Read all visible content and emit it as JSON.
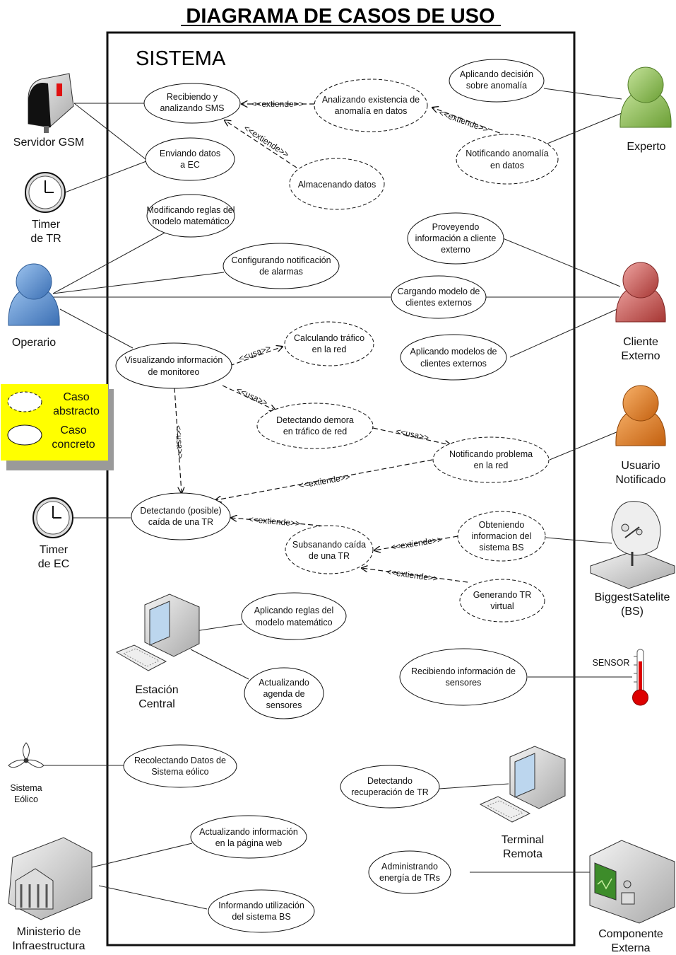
{
  "title": "DIAGRAMA DE CASOS DE USO",
  "system_label": "SISTEMA",
  "actors": {
    "servidor_gsm": "Servidor GSM",
    "timer_tr": [
      "Timer",
      "de TR"
    ],
    "operario": "Operario",
    "timer_ec": [
      "Timer",
      "de EC"
    ],
    "estacion_central": [
      "Estación",
      "Central"
    ],
    "sistema_eolico": [
      "Sistema",
      "Eólico"
    ],
    "ministerio": [
      "Ministerio de",
      "Infraestructura"
    ],
    "experto": "Experto",
    "cliente_externo": [
      "Cliente",
      "Externo"
    ],
    "usuario_notificado": [
      "Usuario",
      "Notificado"
    ],
    "biggest_satelite": [
      "BiggestSatelite",
      "(BS)"
    ],
    "sensor": "SENSOR",
    "terminal_remota": [
      "Terminal",
      "Remota"
    ],
    "componente_externa": [
      "Componente",
      "Externa"
    ]
  },
  "use_cases": {
    "recibiendo_sms": [
      "Recibiendo y",
      "analizando SMS"
    ],
    "analizando_existencia": [
      "Analizando existencia de",
      "anomalía en datos"
    ],
    "aplicando_decision": [
      "Aplicando decisión",
      "sobre anomalía"
    ],
    "enviando_datos": [
      "Enviando datos",
      "a EC"
    ],
    "almacenando": [
      "Almacenando datos"
    ],
    "notificando_anomalia": [
      "Notificando anomalía",
      "en datos"
    ],
    "modificando_reglas": [
      "Modificando reglas del",
      "modelo matemático"
    ],
    "proveyendo": [
      "Proveyendo",
      "información a cliente",
      "externo"
    ],
    "configurando": [
      "Configurando notificación",
      "de alarmas"
    ],
    "cargando_modelo": [
      "Cargando modelo de",
      "clientes externos"
    ],
    "calculando_trafico": [
      "Calculando tráfico",
      "en la red"
    ],
    "visualizando": [
      "Visualizando información",
      "de monitoreo"
    ],
    "aplicando_modelos": [
      "Aplicando modelos de",
      "clientes externos"
    ],
    "detectando_demora": [
      "Detectando demora",
      "en tráfico de red"
    ],
    "notificando_problema": [
      "Notificando problema",
      "en la red"
    ],
    "detectando_caida": [
      "Detectando (posible)",
      "caída de una TR"
    ],
    "obteniendo": [
      "Obteniendo",
      "informacion del",
      "sistema BS"
    ],
    "subsanando": [
      "Subsanando caída",
      "de una TR"
    ],
    "generando_tr": [
      "Generando TR",
      "virtual"
    ],
    "aplicando_reglas": [
      "Aplicando reglas del",
      "modelo matemático"
    ],
    "actualizando_agenda": [
      "Actualizando",
      "agenda de",
      "sensores"
    ],
    "recibiendo_sensores": [
      "Recibiendo información de",
      "sensores"
    ],
    "recolectando": [
      "Recolectando Datos de",
      "Sistema eólico"
    ],
    "detectando_recuperacion": [
      "Detectando",
      "recuperación de TR"
    ],
    "actualizando_web": [
      "Actualizando información",
      "en la página web"
    ],
    "administrando": [
      "Administrando",
      "energía de TRs"
    ],
    "informando": [
      "Informando utilización",
      "del sistema BS"
    ]
  },
  "relations": {
    "extiende": "<<extiende>>",
    "usa": "<<usa>>"
  },
  "legend": {
    "abstracto": [
      "Caso",
      "abstracto"
    ],
    "concreto": [
      "Caso",
      "concreto"
    ]
  },
  "colors": {
    "operario": "#5b8fd0",
    "experto": "#8cbf55",
    "cliente_externo": "#c9504e",
    "usuario_notificado": "#e07a22",
    "legend_bg": "#ffff00",
    "thermometer": "#dd0000"
  }
}
